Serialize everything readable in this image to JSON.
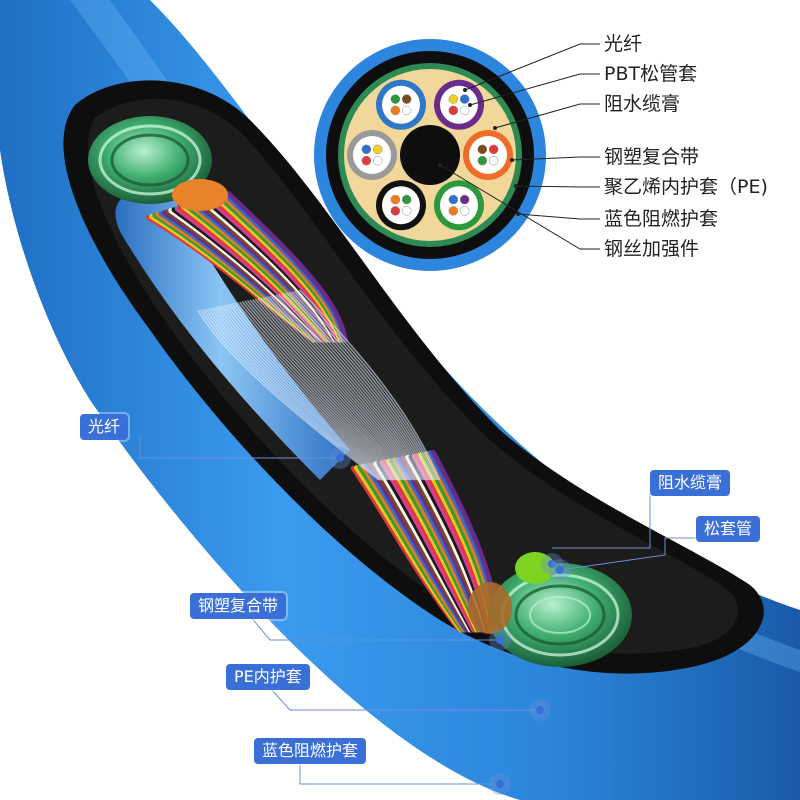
{
  "colors": {
    "jacket_blue": "#2d86dd",
    "jacket_dark": "#1c5fb0",
    "inner_sheath": "#111111",
    "steel_tape": "#2e8a55",
    "gel": "#f1d79a",
    "tag_bg": "#3a6fd8",
    "leader_line": "#6b8fd6"
  },
  "cross_section": {
    "tubes": [
      {
        "color": "#2f78c8",
        "fibers": [
          "#ffffff",
          "#f07d18",
          "#2c9a3c",
          "#7a4a1e"
        ]
      },
      {
        "color": "#6a2c8c",
        "fibers": [
          "#ffffff",
          "#e03b3b",
          "#f0d020",
          "#2f6fd0"
        ]
      },
      {
        "color": "#ef6d2a",
        "fibers": [
          "#ffffff",
          "#2c9a3c",
          "#7a4a1e",
          "#e03b3b"
        ]
      },
      {
        "color": "#2c9a3c",
        "fibers": [
          "#ffffff",
          "#f07d18",
          "#2f6fd0",
          "#6a2c8c"
        ]
      },
      {
        "color": "#111111",
        "fibers": [
          "#ffffff",
          "#e03b3b",
          "#f07d18",
          "#2c9a3c"
        ]
      },
      {
        "color": "#9a9a9a",
        "fibers": [
          "#ffffff",
          "#e03b3b",
          "#2f6fd0",
          "#f0d020"
        ]
      }
    ]
  },
  "right_labels": [
    {
      "text": "光纤"
    },
    {
      "text": "PBT松管套"
    },
    {
      "text": "阻水缆膏"
    },
    {
      "text": "钢塑复合带"
    },
    {
      "text": "聚乙烯内护套（PE)"
    },
    {
      "text": "蓝色阻燃护套"
    },
    {
      "text": "钢丝加强件"
    }
  ],
  "tags": [
    {
      "text": "光纤"
    },
    {
      "text": "阻水缆膏"
    },
    {
      "text": "松套管"
    },
    {
      "text": "钢塑复合带"
    },
    {
      "text": "PE内护套"
    },
    {
      "text": "蓝色阻燃护套"
    }
  ],
  "fiber_bundle_colors": [
    "#e03b3b",
    "#f0d020",
    "#2c9a3c",
    "#f07d18",
    "#2f6fd0",
    "#6a2c8c",
    "#7a4a1e",
    "#ffffff",
    "#111111",
    "#e0409a"
  ]
}
